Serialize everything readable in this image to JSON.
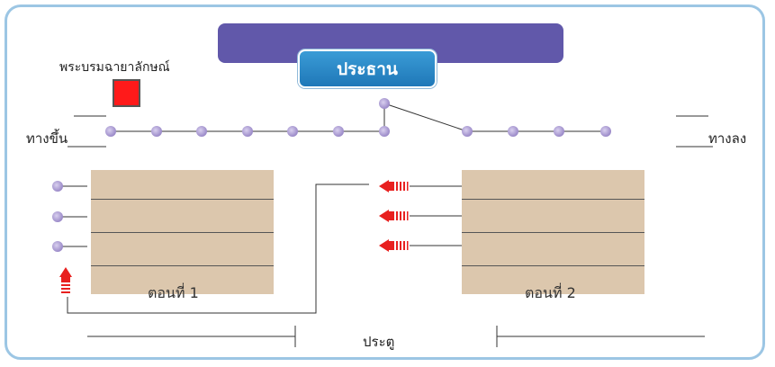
{
  "diagram": {
    "chair_label": "ประธาน",
    "portrait_label": "พระบรมฉายาลักษณ์",
    "entrance_label": "ทางขึ้น",
    "exit_label": "ทางลง",
    "section1_label": "ตอนที่ 1",
    "section2_label": "ตอนที่ 2",
    "door_label": "ประตู",
    "colors": {
      "frame": "#9cc6e4",
      "stage": "#6158aa",
      "chair": "#2488c8",
      "dot": "#a99ad0",
      "section": "#dcc7ad",
      "arrow": "#e8201f",
      "portrait": "#ff1a1a"
    }
  }
}
